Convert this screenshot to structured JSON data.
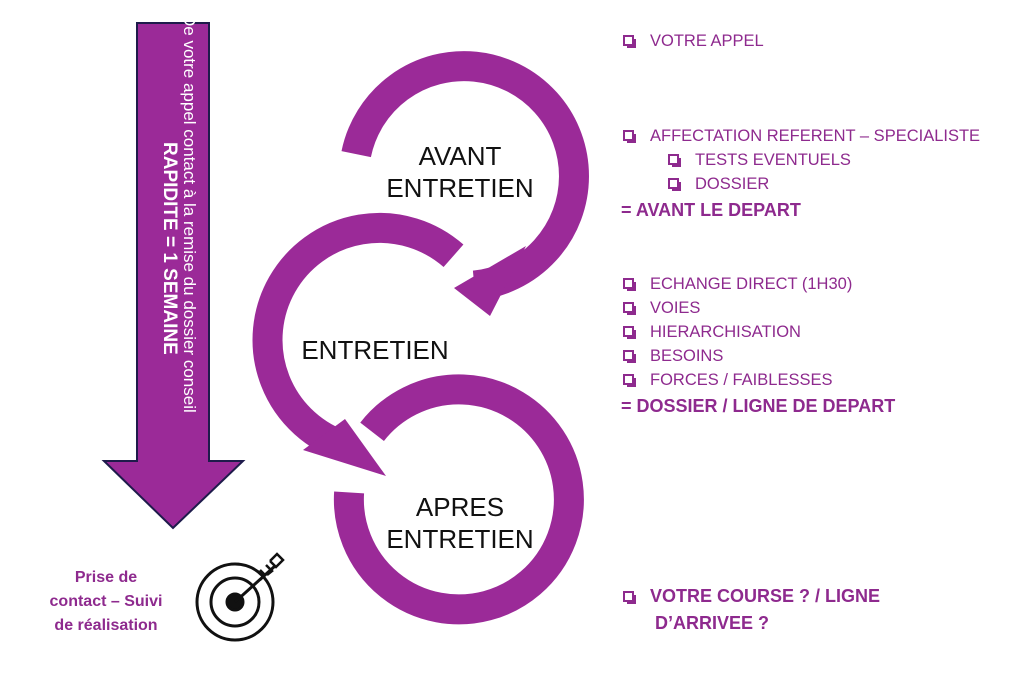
{
  "colors": {
    "accent": "#9b2a98",
    "text_accent": "#8e2a8e",
    "arrow_stroke": "#1e1b4b"
  },
  "stages": {
    "avant": [
      "AVANT",
      "ENTRETIEN"
    ],
    "entretien": [
      "ENTRETIEN"
    ],
    "apres": [
      "APRES",
      "ENTRETIEN"
    ]
  },
  "timeline": {
    "headline": "RAPIDITE = 1 SEMAINE",
    "subtitle": "De votre appel contact à la remise du dossier conseil"
  },
  "contact": {
    "lines": [
      "Prise de",
      "contact – Suivi",
      "de réalisation"
    ],
    "icon": "target-icon"
  },
  "avant_list": {
    "items": [
      "VOTRE APPEL",
      "AFFECTATION REFERENT – SPECIALISTE",
      "TESTS EVENTUELS",
      "DOSSIER"
    ],
    "conclusion": "= AVANT LE DEPART"
  },
  "entretien_list": {
    "items": [
      "ECHANGE DIRECT (1H30)",
      "VOIES",
      "HIERARCHISATION",
      "BESOINS",
      "FORCES / FAIBLESSES"
    ],
    "conclusion": "= DOSSIER / LIGNE DE DEPART"
  },
  "apres_list": {
    "lines": [
      "VOTRE COURSE ? / LIGNE",
      "D’ARRIVEE ?"
    ]
  }
}
